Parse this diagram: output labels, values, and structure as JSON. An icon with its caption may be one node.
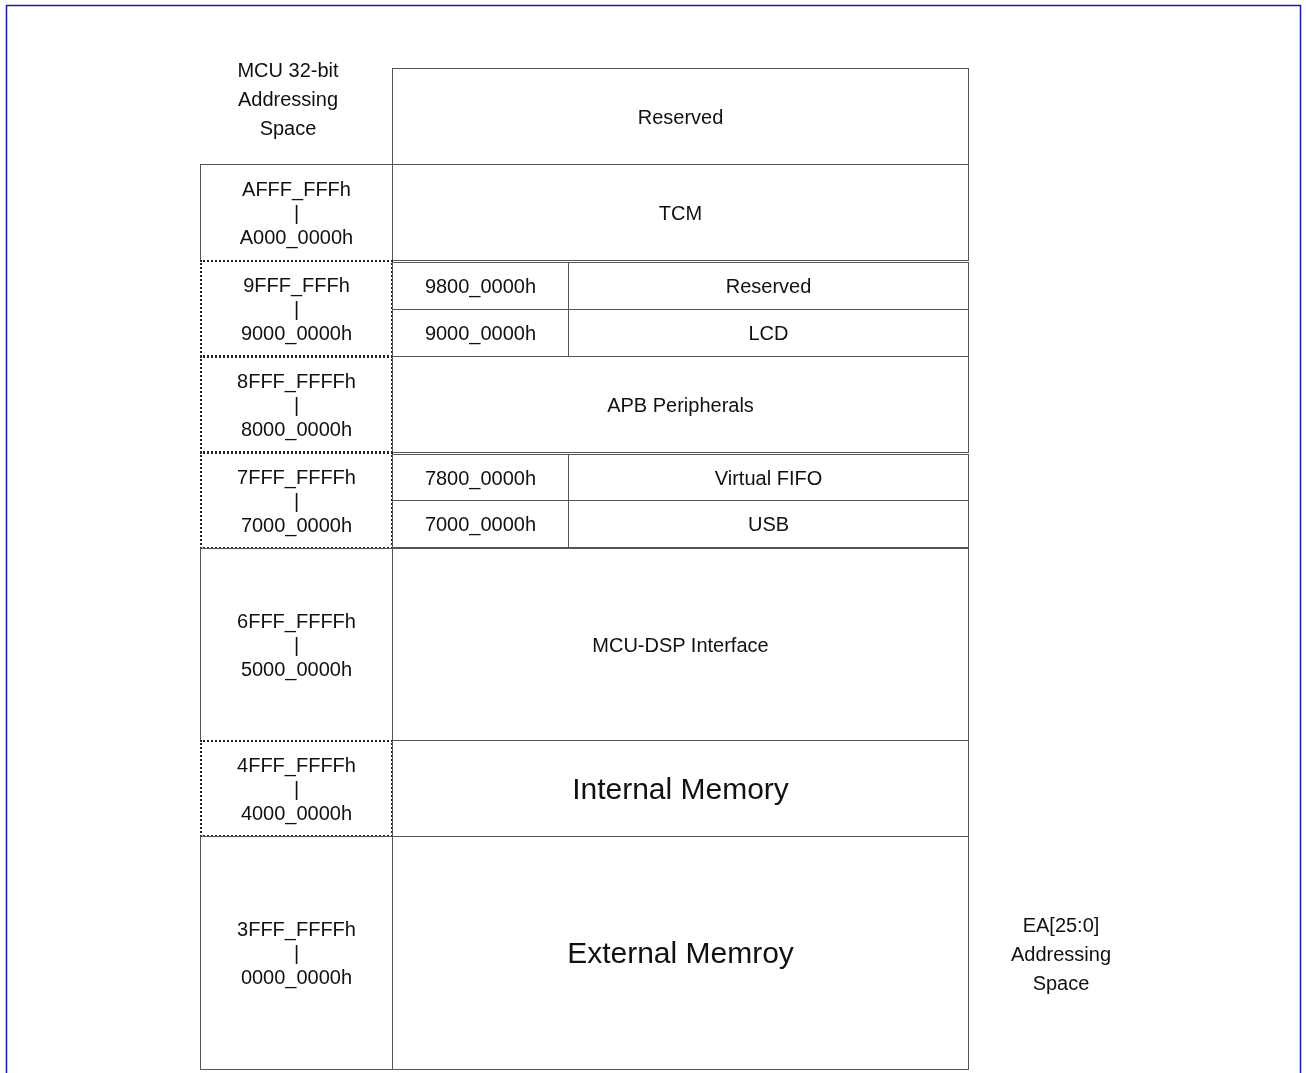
{
  "diagram": {
    "nodes": [
      {
        "text": [
          "Reserved"
        ]
      },
      {
        "text": [
          "AFFF_FFFh",
          "|",
          "A000_0000h"
        ]
      },
      {
        "text": [
          "TCM"
        ]
      },
      {
        "text": [
          "9FFF_FFFh",
          "|",
          "9000_0000h"
        ]
      },
      {
        "text": [
          "9800_0000h"
        ]
      },
      {
        "text": [
          "Reserved"
        ]
      },
      {
        "text": [
          "9000_0000h"
        ]
      },
      {
        "text": [
          "LCD"
        ]
      },
      {
        "text": [
          "8FFF_FFFFh",
          "|",
          "8000_0000h"
        ]
      },
      {
        "text": [
          "APB Peripherals"
        ]
      },
      {
        "text": [
          "7FFF_FFFFh",
          "|",
          "7000_0000h"
        ]
      },
      {
        "text": [
          "7800_0000h"
        ]
      },
      {
        "text": [
          "Virtual FIFO"
        ]
      },
      {
        "text": [
          "7000_0000h"
        ]
      },
      {
        "text": [
          "USB"
        ]
      },
      {
        "text": [
          "6FFF_FFFFh",
          "|",
          "5000_0000h"
        ]
      },
      {
        "text": [
          "MCU-DSP Interface"
        ]
      },
      {
        "text": [
          "4FFF_FFFFh",
          "|",
          "4000_0000h"
        ]
      },
      {
        "text": [
          "Internal Memory"
        ]
      },
      {
        "text": [
          "3FFF_FFFFh",
          "|",
          "0000_0000h"
        ]
      },
      {
        "text": [
          "External Memroy"
        ]
      }
    ],
    "labels": [
      "MCU 32-bit Addressing Space",
      "EA[25:0] Addressing Space"
    ]
  }
}
